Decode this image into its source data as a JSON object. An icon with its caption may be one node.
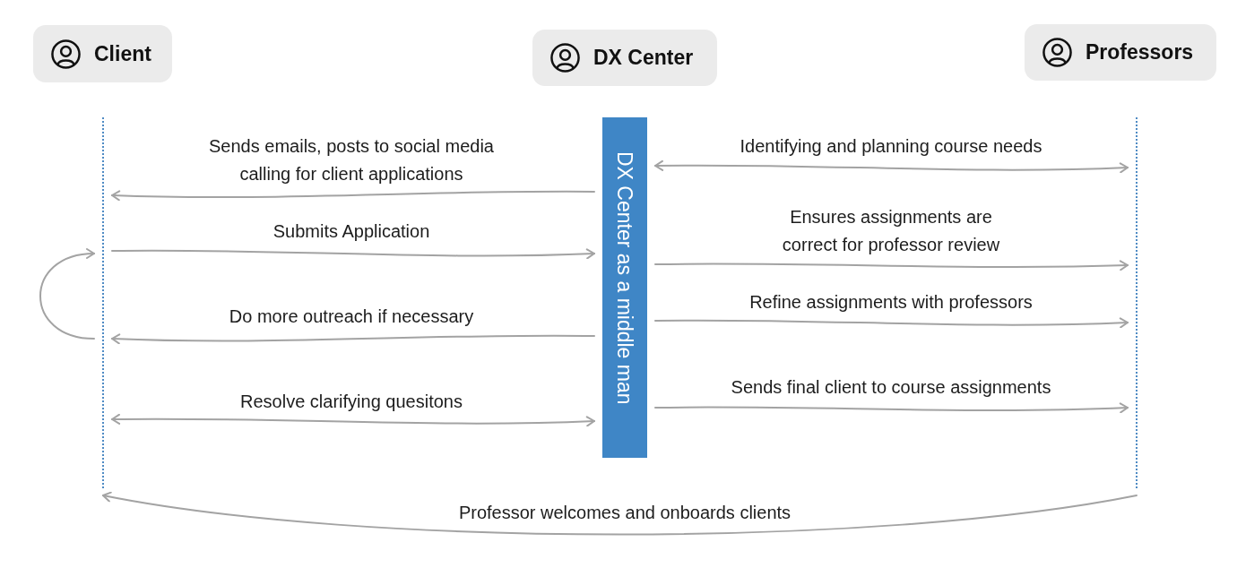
{
  "diagram": {
    "nodes": [
      {
        "text": [
          "Client"
        ]
      },
      {
        "text": [
          "DX Center"
        ]
      },
      {
        "text": [
          "Professors"
        ]
      },
      {
        "text": [],
        "shape": "line"
      },
      {
        "text": [
          "DX Center as a middle man"
        ]
      },
      {
        "text": [],
        "shape": "line"
      }
    ],
    "edges": [
      {
        "from": 4,
        "to": 3,
        "arrow": "to",
        "label": "Sends emails, posts to social media calling for client applications"
      },
      {
        "from": 3,
        "to": 4,
        "arrow": "to",
        "label": "Submits Application"
      },
      {
        "from": 4,
        "to": 3,
        "arrow": "to",
        "label": "Do more outreach if necessary"
      },
      {
        "from": 3,
        "to": 3,
        "arrow": "to"
      },
      {
        "from": 3,
        "to": 4,
        "arrow": "both",
        "label": "Resolve clarifying quesitons"
      },
      {
        "from": 4,
        "to": 5,
        "arrow": "both",
        "label": "Identifying and planning course needs"
      },
      {
        "from": 4,
        "to": 5,
        "arrow": "to",
        "label": "Ensures assignments are correct for professor review"
      },
      {
        "from": 4,
        "to": 5,
        "arrow": "to",
        "label": "Refine assignments with professors"
      },
      {
        "from": 4,
        "to": 5,
        "arrow": "to",
        "label": "Sends final client to course assignments"
      },
      {
        "from": 5,
        "to": 3,
        "arrow": "to",
        "label": "Professor welcomes and onboards clients"
      }
    ]
  }
}
